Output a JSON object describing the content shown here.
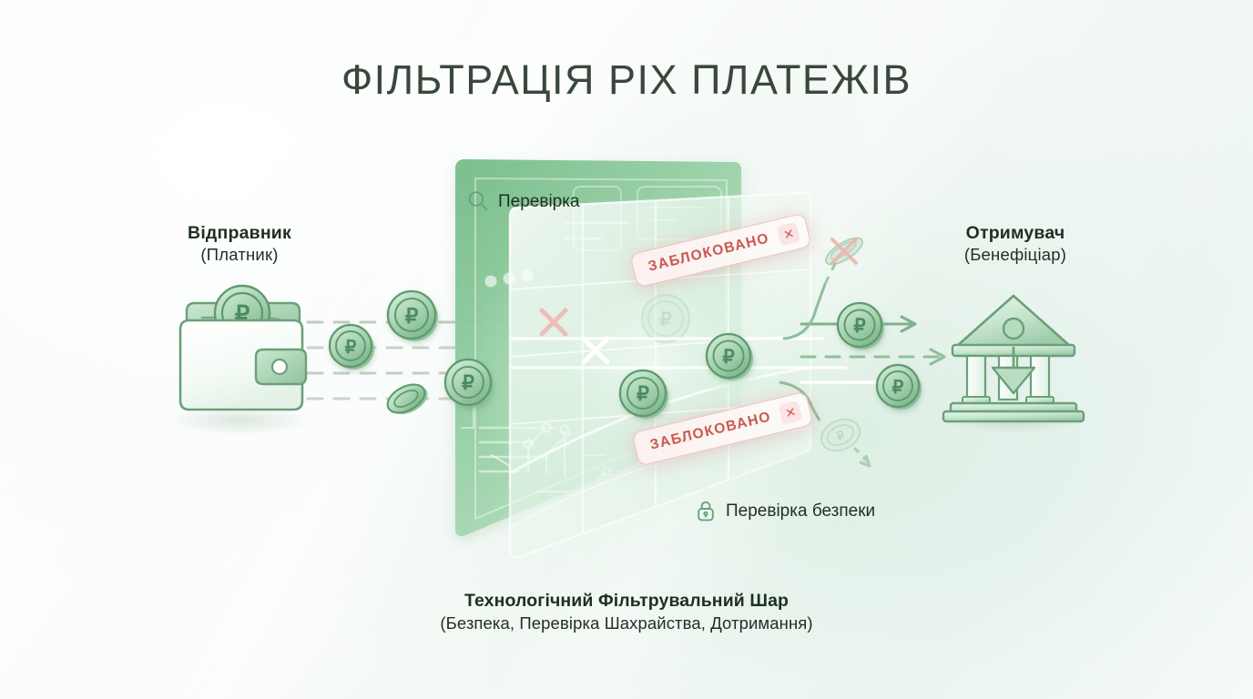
{
  "page": {
    "title": "ФІЛЬТРАЦІЯ РІХ ПЛАТЕЖІВ",
    "background_start": "#ffffff",
    "background_end": "#eef5f6"
  },
  "colors": {
    "title_text": "#39483c",
    "body_text": "#20301f",
    "accent_green": "#5a9968",
    "coin_green": "#7fb88c",
    "panel_green": "#8cc79a",
    "blocked_red": "#c9564f",
    "blocked_badge_bg": "#fdf0f0",
    "dashed_gray": "#b9c3bd"
  },
  "sender": {
    "primary": "Відправник",
    "secondary": "(Платник)",
    "icon": "wallet-icon"
  },
  "receiver": {
    "primary": "Отримувач",
    "secondary": "(Бенефіціар)",
    "icon": "bank-icon"
  },
  "filter_layer": {
    "caption_primary": "Технологічний Фільтрувальний Шар",
    "caption_secondary": "(Безпека, Перевірка Шахрайства, Дотримання)"
  },
  "features": [
    {
      "label": "Перевірка",
      "icon": "magnifier-icon"
    },
    {
      "label": "Перевірка безпеки",
      "icon": "lock-icon"
    }
  ],
  "blocked_badges": [
    {
      "text": "ЗАБЛОКОВАНО",
      "close_glyph": "✕",
      "icon": "close-icon"
    },
    {
      "text": "ЗАБЛОКОВАНО",
      "close_glyph": "✕",
      "icon": "close-icon"
    }
  ],
  "coins": {
    "symbol": "₽",
    "count_incoming": 5,
    "count_passed": 4,
    "count_rejected": 2
  },
  "flows": {
    "incoming_lanes": 4,
    "outgoing_lanes": 3,
    "rejected_paths": 2
  }
}
